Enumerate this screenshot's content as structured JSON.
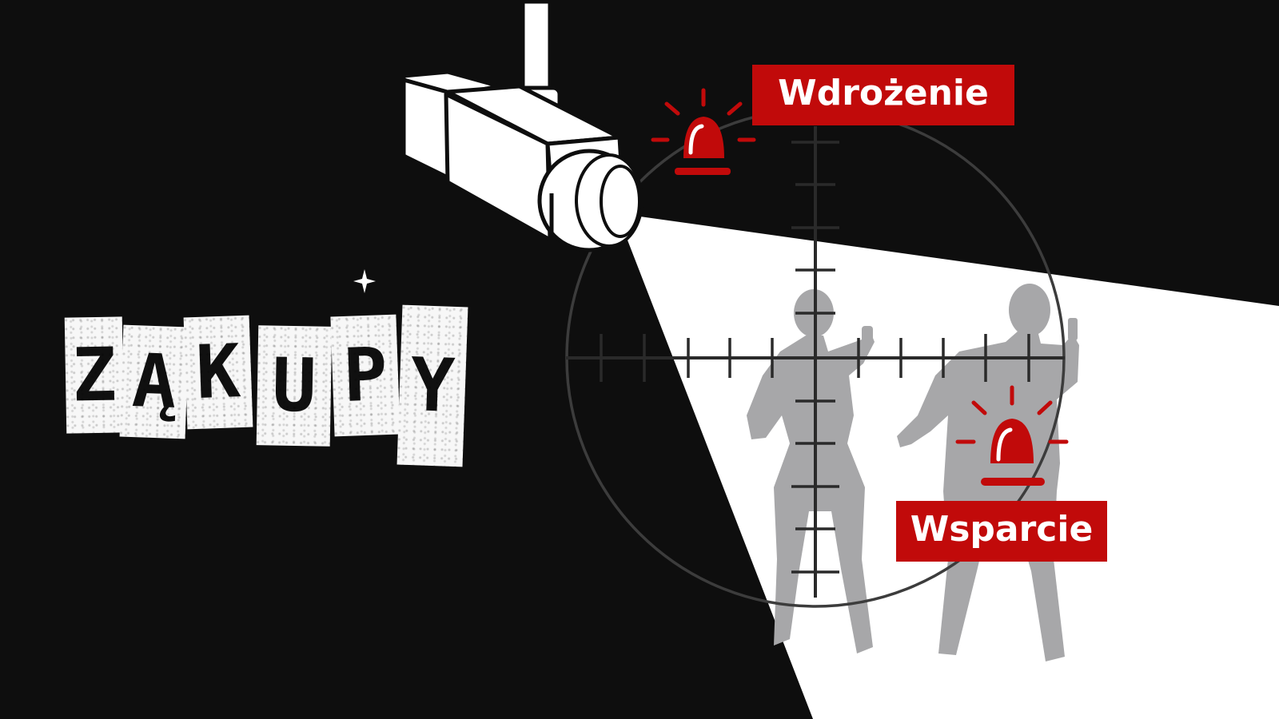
{
  "title": {
    "letters": [
      "Z",
      "Ą",
      "K",
      "U",
      "P",
      "Y"
    ]
  },
  "labels": {
    "top": "Wdrożenie",
    "bottom": "Wsparcie"
  },
  "colors": {
    "background": "#0e0e0e",
    "accent_red": "#c10a0a",
    "light_beam": "#ffffff",
    "silhouette": "#a7a7a9",
    "crosshair": "#2a2a2a"
  },
  "icons": {
    "camera": "security-camera-icon",
    "alarm": "alarm-beacon-icon",
    "sparkle": "sparkle-icon",
    "reticle": "crosshair-reticle-icon"
  }
}
